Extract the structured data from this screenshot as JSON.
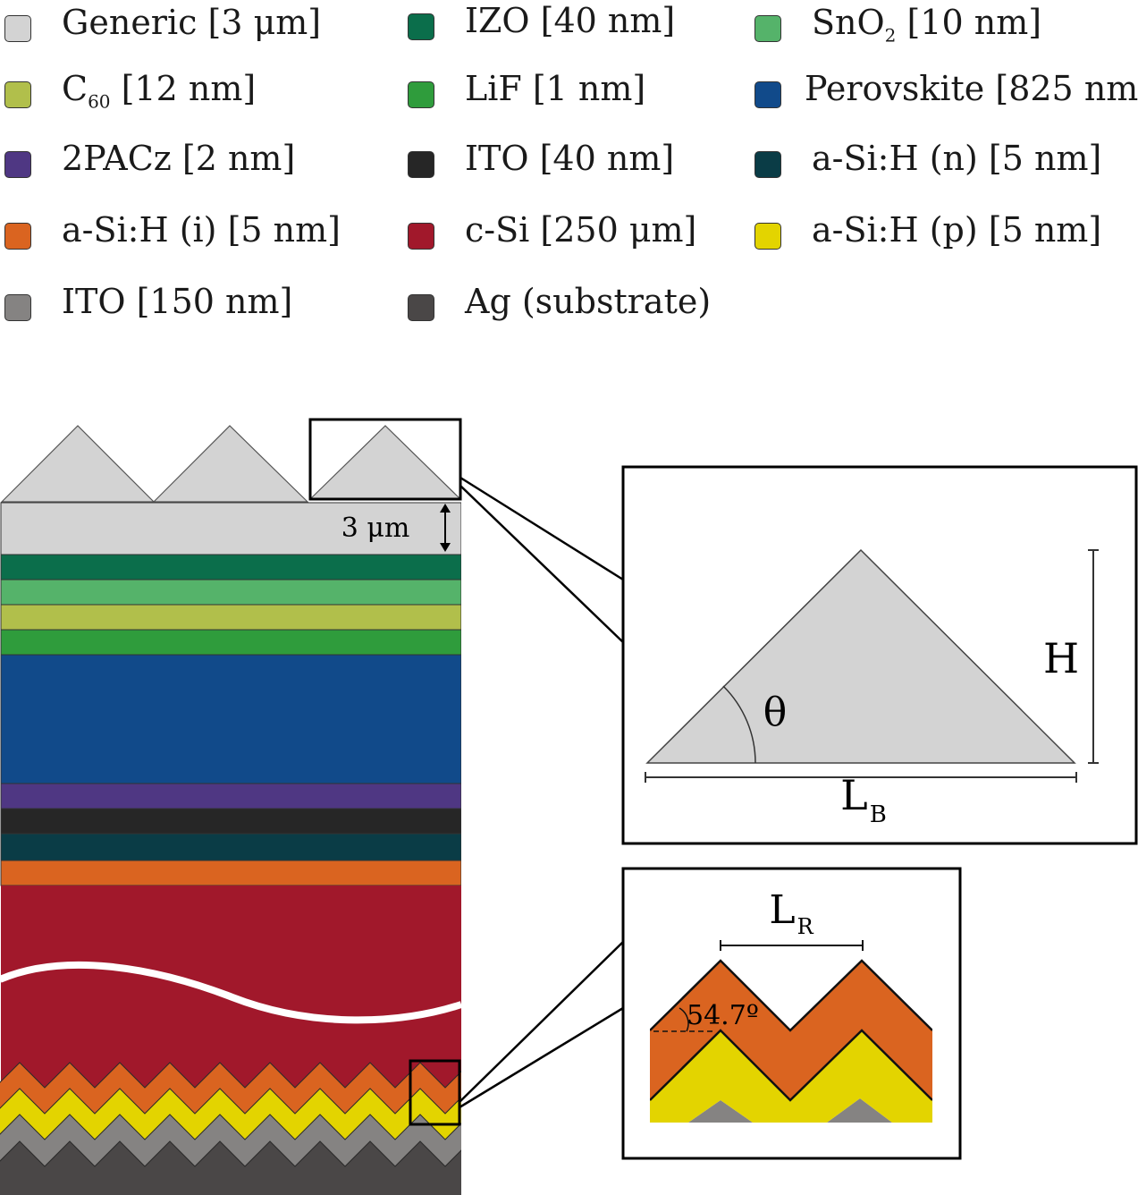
{
  "legend": [
    {
      "pre": "Generic [3 μm]",
      "sub": "",
      "post": "",
      "color": "#d3d3d3"
    },
    {
      "pre": "IZO [40 nm]",
      "sub": "",
      "post": "",
      "color": "#0b6e4b"
    },
    {
      "pre": "SnO",
      "sub": "2",
      "post": " [10 nm]",
      "color": "#55b36a"
    },
    {
      "pre": "C",
      "sub": "60",
      "post": " [12 nm]",
      "color": "#b1bf4b"
    },
    {
      "pre": "LiF [1 nm]",
      "sub": "",
      "post": "",
      "color": "#2f9c3c"
    },
    {
      "pre": "Perovskite [825 nm]",
      "sub": "",
      "post": "",
      "color": "#114a8a"
    },
    {
      "pre": "2PACz [2 nm]",
      "sub": "",
      "post": "",
      "color": "#4f3783"
    },
    {
      "pre": "ITO [40 nm]",
      "sub": "",
      "post": "",
      "color": "#262626"
    },
    {
      "pre": "a-Si:H (n) [5 nm]",
      "sub": "",
      "post": "",
      "color": "#0a3c46"
    },
    {
      "pre": "a-Si:H (i) [5 nm]",
      "sub": "",
      "post": "",
      "color": "#da6420"
    },
    {
      "pre": "c-Si [250 μm]",
      "sub": "",
      "post": "",
      "color": "#a1182b"
    },
    {
      "pre": "a-Si:H (p) [5 nm]",
      "sub": "",
      "post": "",
      "color": "#e3d400"
    },
    {
      "pre": "ITO [150 nm]",
      "sub": "",
      "post": "",
      "color": "#858382"
    },
    {
      "pre": "Ag (substrate)",
      "sub": "",
      "post": "",
      "color": "#4a4747"
    }
  ],
  "diagram": {
    "thickness_label": "3 μm",
    "pyramid_height_label": "H",
    "pyramid_angle_label": "θ",
    "base_label_main": "L",
    "base_label_sub": "B",
    "rear_label_main": "L",
    "rear_label_sub": "R",
    "rear_angle_label": "54.7º"
  }
}
